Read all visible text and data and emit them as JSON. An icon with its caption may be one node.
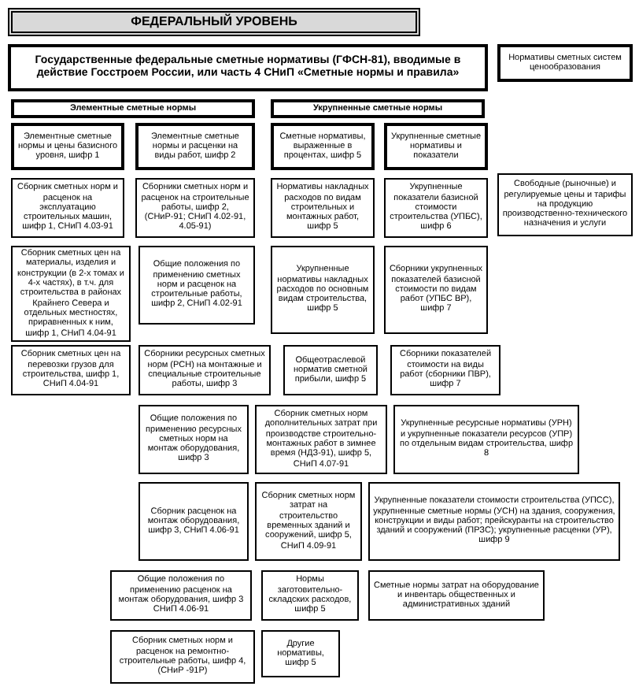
{
  "diagram": {
    "nodes": [
      {
        "text": [
          "ФЕДЕРАЛЬНЫЙ УРОВЕНЬ"
        ]
      },
      {
        "text": [
          "Государственные федеральные сметные нормативы (ГФСН-81), вводимые в действие Госстроем России, или часть 4 СНиП «Сметные нормы и правила»"
        ]
      },
      {
        "text": [
          "Нормативы сметных систем ценообразования"
        ]
      },
      {
        "text": [
          "Элементные сметные нормы"
        ]
      },
      {
        "text": [
          "Укрупненные сметные нормы"
        ]
      },
      {
        "text": [
          "Элементные сметные нормы и цены базисного уровня, шифр 1"
        ]
      },
      {
        "text": [
          "Элементные сметные нормы и расценки на виды работ, шифр 2"
        ]
      },
      {
        "text": [
          "Сметные нормативы, выраженные в процентах, шифр 5"
        ]
      },
      {
        "text": [
          "Укрупненные сметные нормативы и показатели"
        ]
      },
      {
        "text": [
          "Сборник сметных норм и расценок на эксплуатацию строительных машин, шифр 1, СНиП 4.03-91"
        ]
      },
      {
        "text": [
          "Сборники сметных норм и расценок на строительные работы, шифр 2, (СНиР-91; СНиП 4.02-91, 4.05-91)"
        ]
      },
      {
        "text": [
          "Нормативы накладных расходов по видам строительных и монтажных работ, шифр 5"
        ]
      },
      {
        "text": [
          "Укрупненные показатели базисной стоимости строительства (УПБС), шифр 6"
        ]
      },
      {
        "text": [
          "Свободные (рыночные) и регулируемые цены и тарифы на продукцию производственно-технического назначения и услуги"
        ]
      },
      {
        "text": [
          "Сборник сметных цен на материалы, изделия и конструкции (в 2-х томах и 4-х частях), в т.ч. для строительства в районах Крайнего Севера и отдельных местностях, приравненных к ним, шифр 1, СНиП 4.04-91"
        ]
      },
      {
        "text": [
          "Общие положения по применению сметных норм и расценок на строительные работы, шифр 2, СНиП 4.02-91"
        ]
      },
      {
        "text": [
          "Укрупненные нормативы накладных расходов по основным видам строительства, шифр 5"
        ]
      },
      {
        "text": [
          "Сборники укрупненных показателей базисной стоимости по видам работ (УПБС ВР), шифр 7"
        ]
      },
      {
        "text": [
          "Сборник сметных цен на перевозки грузов для строительства, шифр 1, СНиП 4.04-91"
        ]
      },
      {
        "text": [
          "Сборники ресурсных сметных норм (РСН) на монтажные и специальные строительные работы, шифр 3"
        ]
      },
      {
        "text": [
          "Общеотраслевой норматив сметной прибыли, шифр 5"
        ]
      },
      {
        "text": [
          "Сборники показателей стоимости на виды работ (сборники ПВР), шифр 7"
        ]
      },
      {
        "text": [
          "Общие положения по применению ресурсных сметных норм на монтаж оборудования, шифр 3"
        ]
      },
      {
        "text": [
          "Сборник сметных норм дополнительных затрат при производстве строительно-монтажных работ в зимнее время (НДЗ-91), шифр 5, СНиП 4.07-91"
        ]
      },
      {
        "text": [
          "Укрупненные ресурсные нормативы (УРН) и укрупненные показатели ресурсов (УПР) по отдельным видам строительства, шифр 8"
        ]
      },
      {
        "text": [
          "Сборник расценок на монтаж оборудования, шифр 3, СНиП 4.06-91"
        ]
      },
      {
        "text": [
          "Сборник сметных норм затрат на строительство временных зданий и сооружений, шифр 5, СНиП 4.09-91"
        ]
      },
      {
        "text": [
          "Укрупненные показатели стоимости строительства (УПСС), укрупненные сметные нормы (УСН) на здания, сооружения, конструкции и виды работ; прейскуранты на строительство зданий и сооружений (ПРЗС); укрупненные расценки (УР), шифр 9"
        ]
      },
      {
        "text": [
          "Общие положения по применению расценок на монтаж оборудования, шифр 3 СНиП 4.06-91"
        ]
      },
      {
        "text": [
          "Нормы заготовительно-складских расходов, шифр 5"
        ]
      },
      {
        "text": [
          "Сметные нормы затрат на оборудование и инвентарь общественных и административных зданий"
        ]
      },
      {
        "text": [
          "Сборник сметных норм и расценок на ремонтно-строительные работы, шифр 4, (СНиР -91Р)"
        ]
      },
      {
        "text": [
          "Другие нормативы, шифр 5"
        ]
      }
    ]
  }
}
